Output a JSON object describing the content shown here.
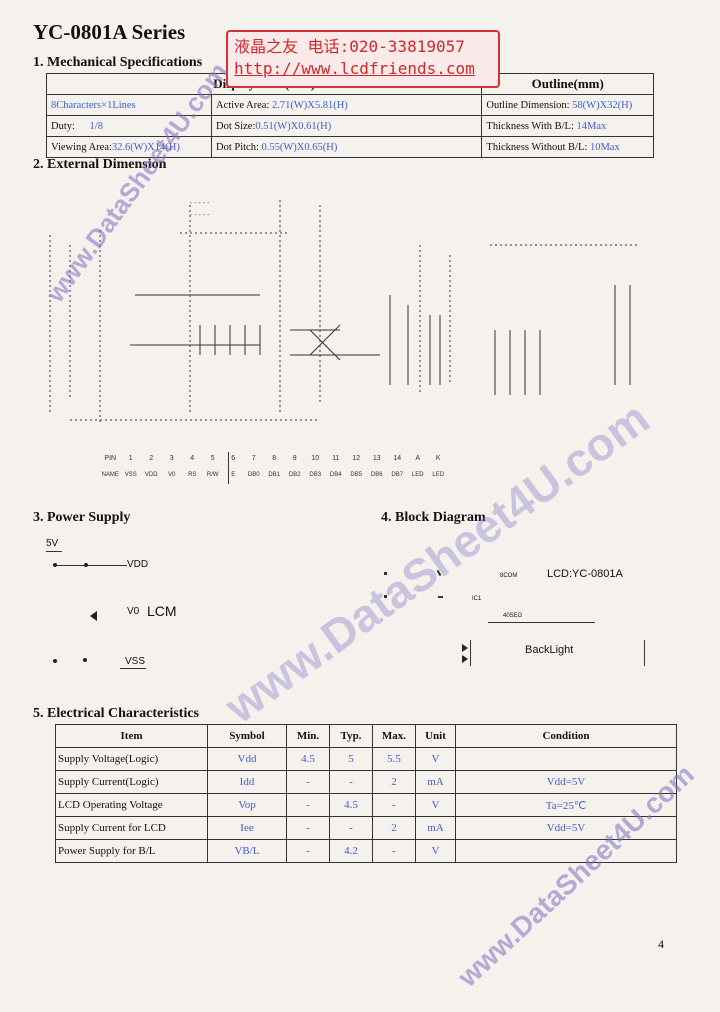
{
  "title": "YC-0801A Series",
  "stamp": {
    "line1": "液晶之友 电话:020-33819057",
    "line2": "http://www.lcdfriends.com"
  },
  "watermarks": [
    "www.DataSheet4U.com",
    "www.DataSheet4U.com",
    "www.DataSheet4U.com"
  ],
  "sections": {
    "mechanical": "1. Mechanical Specifications",
    "external": "2. External Dimension",
    "power": "3. Power Supply",
    "block": "4. Block Diagram",
    "electrical": "5. Electrical Characteristics"
  },
  "mech_table": {
    "header_display": "Display Area(mm)",
    "header_outline": "Outline(mm)",
    "rows": [
      [
        {
          "label": "8Characters×1Lines",
          "value": ""
        },
        {
          "label": "Active Area: ",
          "value": "2.71(W)X5.81(H)"
        },
        {
          "label": "Outline Dimension: ",
          "value": "58(W)X32(H)"
        }
      ],
      [
        {
          "label": "Duty: ",
          "value": "1/8"
        },
        {
          "label": "Dot Size:",
          "value": "0.51(W)X0.61(H)"
        },
        {
          "label": "Thickness With B/L: ",
          "value": "14Max"
        }
      ],
      [
        {
          "label": "Viewing Area:",
          "value": "32.6(W)X14(H)"
        },
        {
          "label": "Dot Pitch: ",
          "value": "0.55(W)X0.65(H)"
        },
        {
          "label": "Thickness Without B/L: ",
          "value": "10Max"
        }
      ]
    ]
  },
  "pins": {
    "numbers": [
      "PIN",
      "1",
      "2",
      "3",
      "4",
      "5",
      "6",
      "7",
      "8",
      "9",
      "10",
      "11",
      "12",
      "13",
      "14",
      "A",
      "K"
    ],
    "names": [
      "NAME",
      "VSS",
      "VDD",
      "V0",
      "RS",
      "R/W",
      "E",
      "DB0",
      "DB1",
      "DB2",
      "DB3",
      "DB4",
      "DB5",
      "DB6",
      "DB7",
      "LED",
      "LED"
    ]
  },
  "power": {
    "v5": "5V",
    "vdd": "VDD",
    "v0": "V0",
    "lcm": "LCM",
    "vss": "VSS"
  },
  "block": {
    "com": "8COM",
    "lcd": "LCD:YC-0801A",
    "ic1": "IC1",
    "seg": "40SEG",
    "backlight": "BackLight"
  },
  "elec_table": {
    "headers": [
      "Item",
      "Symbol",
      "Min.",
      "Typ.",
      "Max.",
      "Unit",
      "Condition"
    ],
    "rows": [
      [
        "Supply Voltage(Logic)",
        "Vdd",
        "4.5",
        "5",
        "5.5",
        "V",
        ""
      ],
      [
        "Supply Current(Logic)",
        "Idd",
        "-",
        "-",
        "2",
        "mA",
        "Vdd=5V"
      ],
      [
        "LCD Operating Voltage",
        "Vop",
        "-",
        "4.5",
        "-",
        "V",
        "Ta=25℃"
      ],
      [
        "Supply Current for LCD",
        "Iee",
        "-",
        "-",
        "2",
        "mA",
        "Vdd=5V"
      ],
      [
        "Power Supply for B/L",
        "VB/L",
        "-",
        "4.2",
        "-",
        "V",
        ""
      ]
    ]
  },
  "page_number": "4"
}
